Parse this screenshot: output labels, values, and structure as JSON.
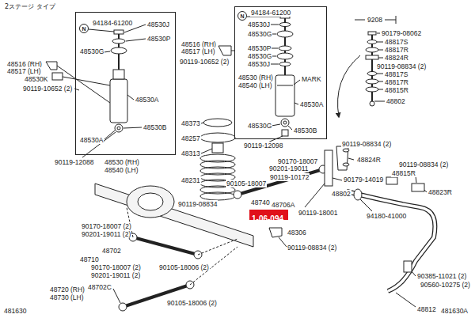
{
  "diagram": {
    "nodes": [
      {
        "text": [
          "2ステージ タイプ",
          "48530 (RH) 48540 (LH)"
        ]
      },
      {
        "text": [
          "48530 (RH) 48540 (LH)"
        ]
      },
      {
        "text": [
          "1-06-094"
        ]
      }
    ],
    "labels": [
      "N",
      "94184-61200",
      "48530J",
      "48530P",
      "48530G",
      "48516 (RH)",
      "48517 (LH)",
      "48530K",
      "90119-10652 (2)",
      "48530A",
      "48530B",
      "48530A",
      "90119-12088",
      "N",
      "94184-61200",
      "48530J",
      "48530G",
      "48516 (RH)",
      "48517 (LH)",
      "90119-10652 (2)",
      "48530P",
      "48530G",
      "48530J",
      "MARK",
      "48530A",
      "48530G",
      "48530B",
      "90119-12098",
      "48373",
      "48257",
      "48313",
      "48231",
      "90170-18007",
      "90201-19011",
      "90119-10172",
      "90105-18007",
      "48802",
      "90179-14019",
      "90119-08834",
      "48740",
      "48706A",
      "90119-18001",
      "48306",
      "90119-08834 (2)",
      "90170-18007 (2)",
      "90201-19011 (2)",
      "48702",
      "48710",
      "90105-18006 (2)",
      "90170-18007 (2)",
      "90201-19011 (2)",
      "48720 (RH)",
      "48702C",
      "48730 (LH)",
      "90105-18006 (2)",
      "9208",
      "90179-08062",
      "48817S",
      "48817R",
      "48824R",
      "90119-08834 (2)",
      "48817S",
      "48817R",
      "48815R",
      "48802",
      "90119-08834 (2)",
      "48824R",
      "90119-08834 (2)",
      "48815R",
      "48823R",
      "94180-41000",
      "90385-11021 (2)",
      "90560-10275 (2)",
      "48812",
      "481630",
      "481630A"
    ]
  }
}
